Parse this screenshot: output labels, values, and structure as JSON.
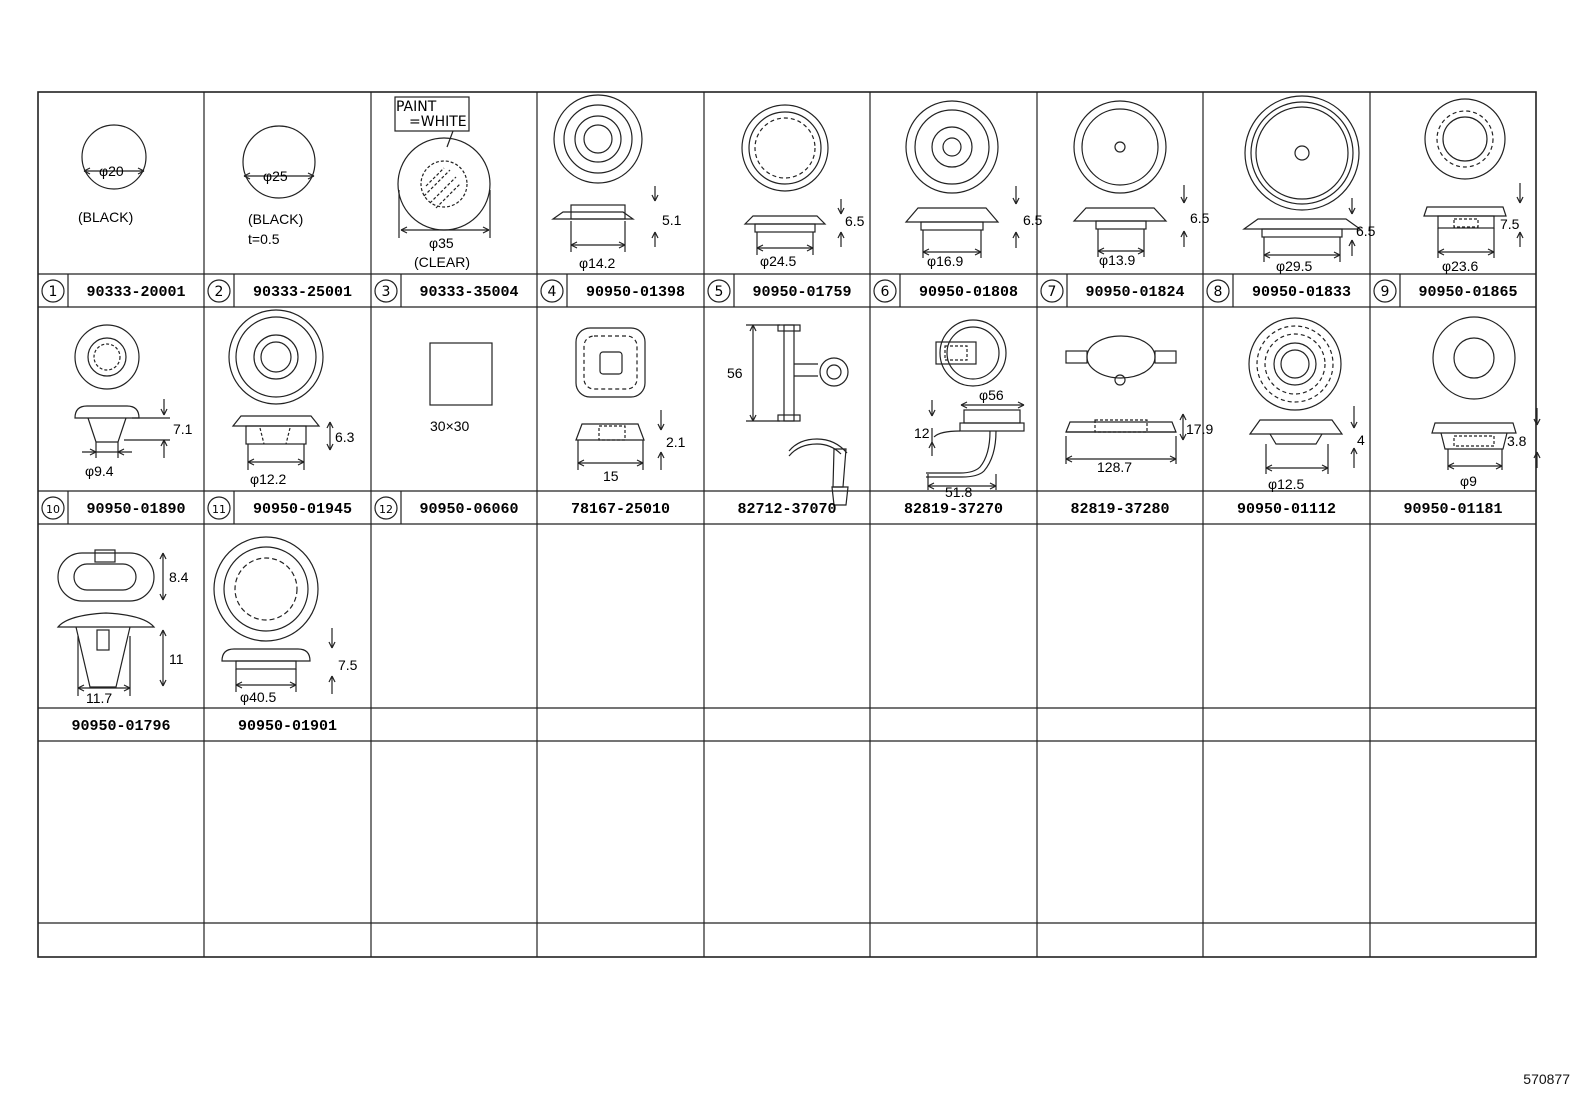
{
  "sheet_id": "570877",
  "rows": [
    {
      "cells": [
        {
          "num": "1",
          "part_no": "90333-20001",
          "icon": "plug-plate-icon",
          "labels": [
            "φ20",
            "(BLACK)"
          ]
        },
        {
          "num": "2",
          "part_no": "90333-25001",
          "icon": "plug-plate-icon",
          "labels": [
            "φ25",
            "(BLACK)",
            "t=0.5"
          ]
        },
        {
          "num": "3",
          "part_no": "90333-35004",
          "icon": "sealing-plate-icon",
          "labels": [
            "PAINT",
            "=WHITE",
            "φ35",
            "(CLEAR)"
          ]
        },
        {
          "num": "4",
          "part_no": "90950-01398",
          "icon": "hole-plug-icon",
          "labels": [
            "5.1",
            "φ14.2"
          ]
        },
        {
          "num": "5",
          "part_no": "90950-01759",
          "icon": "hole-plug-icon",
          "labels": [
            "6.5",
            "φ24.5"
          ]
        },
        {
          "num": "6",
          "part_no": "90950-01808",
          "icon": "hole-plug-icon",
          "labels": [
            "6.5",
            "φ16.9"
          ]
        },
        {
          "num": "7",
          "part_no": "90950-01824",
          "icon": "hole-plug-icon",
          "labels": [
            "6.5",
            "φ13.9"
          ]
        },
        {
          "num": "8",
          "part_no": "90950-01833",
          "icon": "hole-plug-icon",
          "labels": [
            "6.5",
            "φ29.5"
          ]
        },
        {
          "num": "9",
          "part_no": "90950-01865",
          "icon": "hole-plug-icon",
          "labels": [
            "7.5",
            "φ23.6"
          ]
        }
      ]
    },
    {
      "cells": [
        {
          "num": "10",
          "part_no": "90950-01890",
          "icon": "hole-plug-icon",
          "labels": [
            "7.1",
            "φ9.4"
          ]
        },
        {
          "num": "11",
          "part_no": "90950-01945",
          "icon": "hole-plug-icon",
          "labels": [
            "6.3",
            "φ12.2"
          ]
        },
        {
          "num": "12",
          "part_no": "90950-06060",
          "icon": "square-pad-icon",
          "labels": [
            "30×30"
          ]
        },
        {
          "num": "",
          "part_no": "78167-25010",
          "icon": "square-plug-icon",
          "labels": [
            "2.1",
            "15"
          ]
        },
        {
          "num": "",
          "part_no": "82712-37070",
          "icon": "wire-clamp-icon",
          "labels": [
            "56"
          ]
        },
        {
          "num": "",
          "part_no": "82819-37270",
          "icon": "grommet-icon",
          "labels": [
            "φ56",
            "12",
            "51.8"
          ]
        },
        {
          "num": "",
          "part_no": "82819-37280",
          "icon": "oval-grommet-icon",
          "labels": [
            "17.9",
            "128.7"
          ]
        },
        {
          "num": "",
          "part_no": "90950-01112",
          "icon": "hole-plug-icon",
          "labels": [
            "4",
            "φ12.5"
          ]
        },
        {
          "num": "",
          "part_no": "90950-01181",
          "icon": "hole-plug-icon",
          "labels": [
            "3.8",
            "φ9"
          ]
        }
      ]
    },
    {
      "cells": [
        {
          "num": "",
          "part_no": "90950-01796",
          "icon": "clip-icon",
          "labels": [
            "8.4",
            "11",
            "11.7"
          ]
        },
        {
          "num": "",
          "part_no": "90950-01901",
          "icon": "hole-plug-icon",
          "labels": [
            "7.5",
            "φ40.5"
          ]
        },
        {
          "num": "",
          "part_no": "",
          "icon": "",
          "labels": []
        },
        {
          "num": "",
          "part_no": "",
          "icon": "",
          "labels": []
        },
        {
          "num": "",
          "part_no": "",
          "icon": "",
          "labels": []
        },
        {
          "num": "",
          "part_no": "",
          "icon": "",
          "labels": []
        },
        {
          "num": "",
          "part_no": "",
          "icon": "",
          "labels": []
        },
        {
          "num": "",
          "part_no": "",
          "icon": "",
          "labels": []
        },
        {
          "num": "",
          "part_no": "",
          "icon": "",
          "labels": []
        }
      ]
    }
  ]
}
